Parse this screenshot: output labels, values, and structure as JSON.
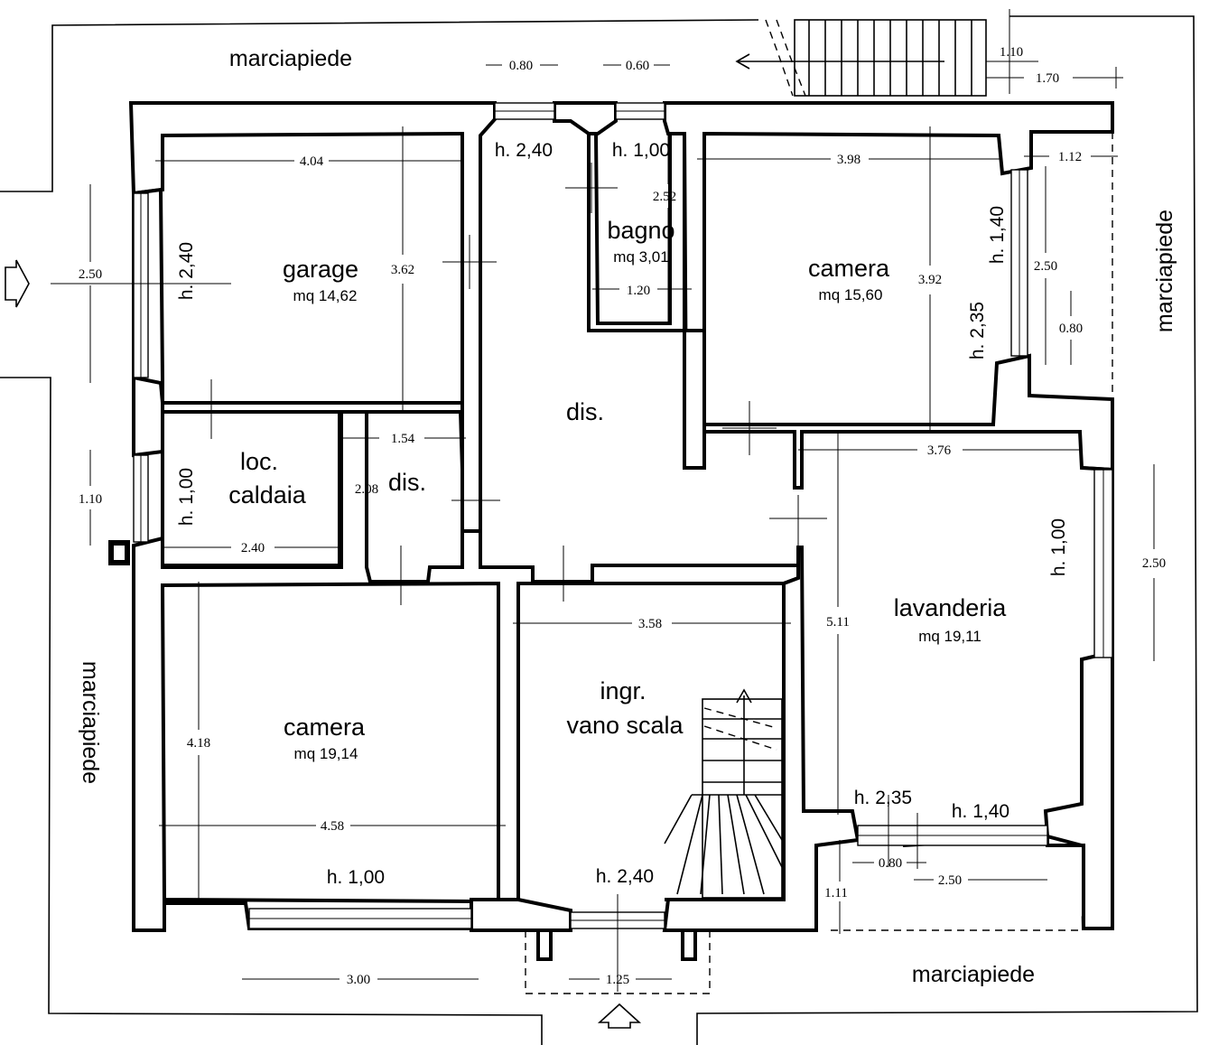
{
  "plan": {
    "streets": {
      "top": "marciapiede",
      "right": "marciapiede",
      "left": "marciapiede",
      "bottom": "marciapiede"
    },
    "rooms": [
      {
        "name": "garage",
        "area": "mq 14,62"
      },
      {
        "name": "bagno",
        "area": "mq 3,01"
      },
      {
        "name": "camera",
        "area": "mq 15,60"
      },
      {
        "name": "dis.",
        "area": ""
      },
      {
        "name": "loc. caldaia",
        "line1": "loc.",
        "line2": "caldaia",
        "area": ""
      },
      {
        "name": "dis.",
        "area": ""
      },
      {
        "name": "lavanderia",
        "area": "mq 19,11"
      },
      {
        "name": "camera",
        "area": "mq 19,14"
      },
      {
        "name": "ingr. vano scala",
        "line1": "ingr.",
        "line2": "vano scala",
        "area": ""
      }
    ],
    "heights": {
      "corridor_top": "h. 2,40",
      "bagno_top": "h. 1,00",
      "garage_left": "h. 2,40",
      "camera_right_a": "h. 1,40",
      "camera_right_b": "h. 2,35",
      "caldaia_left": "h. 1,00",
      "lavanderia_right": "h. 1,00",
      "lavanderia_bottom_a": "h. 2,35",
      "lavanderia_bottom_b": "h. 1,40",
      "camera_bottom": "h. 1,00",
      "ingresso_bottom": "h. 2,40"
    },
    "dimensions": {
      "top_window_1": "0.80",
      "top_window_2": "0.60",
      "stair_ext_1": "1.10",
      "stair_ext_2": "1.70",
      "garage_width": "4.04",
      "garage_depth": "3.62",
      "bagno_depth": "2.52",
      "bagno_width": "1.20",
      "camera_top_width": "3.98",
      "camera_top_depth": "3.92",
      "camera_top_door": "1.12",
      "camera_top_window": "2.50",
      "camera_top_small": "0.80",
      "left_garage_door": "2.50",
      "left_window": "1.10",
      "dis_small_width": "1.54",
      "dis_small_depth": "2.08",
      "caldaia_width": "2.40",
      "lavanderia_width": "3.76",
      "lavanderia_depth": "5.11",
      "lavanderia_window": "2.50",
      "ingresso_width": "3.58",
      "camera_bottom_depth": "4.18",
      "camera_bottom_width": "4.58",
      "bottom_door_small": "0.80",
      "bottom_door_wide": "2.50",
      "bottom_door_side": "1.11",
      "camera_bottom_window": "3.00",
      "entrance_width": "1.25"
    }
  }
}
